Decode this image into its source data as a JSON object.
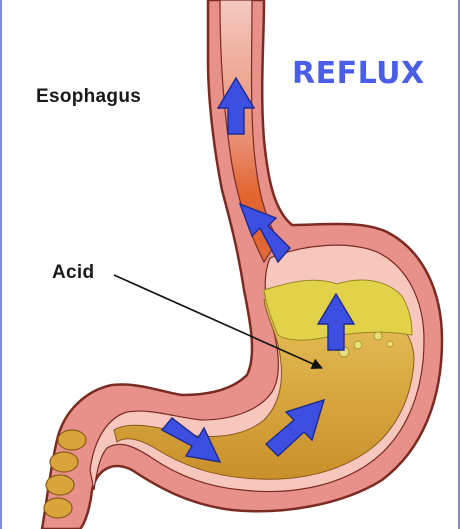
{
  "labels": {
    "esophagus": "Esophagus",
    "acid": "Acid",
    "title": "REFLUX"
  },
  "colors": {
    "outer_wall": "#e8908a",
    "inner_lining": "#f7c6bd",
    "wall_outline": "#7a2b22",
    "stomach_fill": "#d9a43a",
    "acid_layer": "#e2d24a",
    "arrow": "#3d4fe0",
    "title": "#4a5ee8",
    "frame": "#7f8fd6"
  },
  "arrows": [
    {
      "name": "esophagus-top-arrow",
      "direction": "up"
    },
    {
      "name": "esophagus-mid-arrow",
      "direction": "up-left"
    },
    {
      "name": "stomach-upper-arrow",
      "direction": "up"
    },
    {
      "name": "stomach-right-arrow",
      "direction": "up-right"
    },
    {
      "name": "stomach-left-arrow",
      "direction": "down-right"
    }
  ]
}
